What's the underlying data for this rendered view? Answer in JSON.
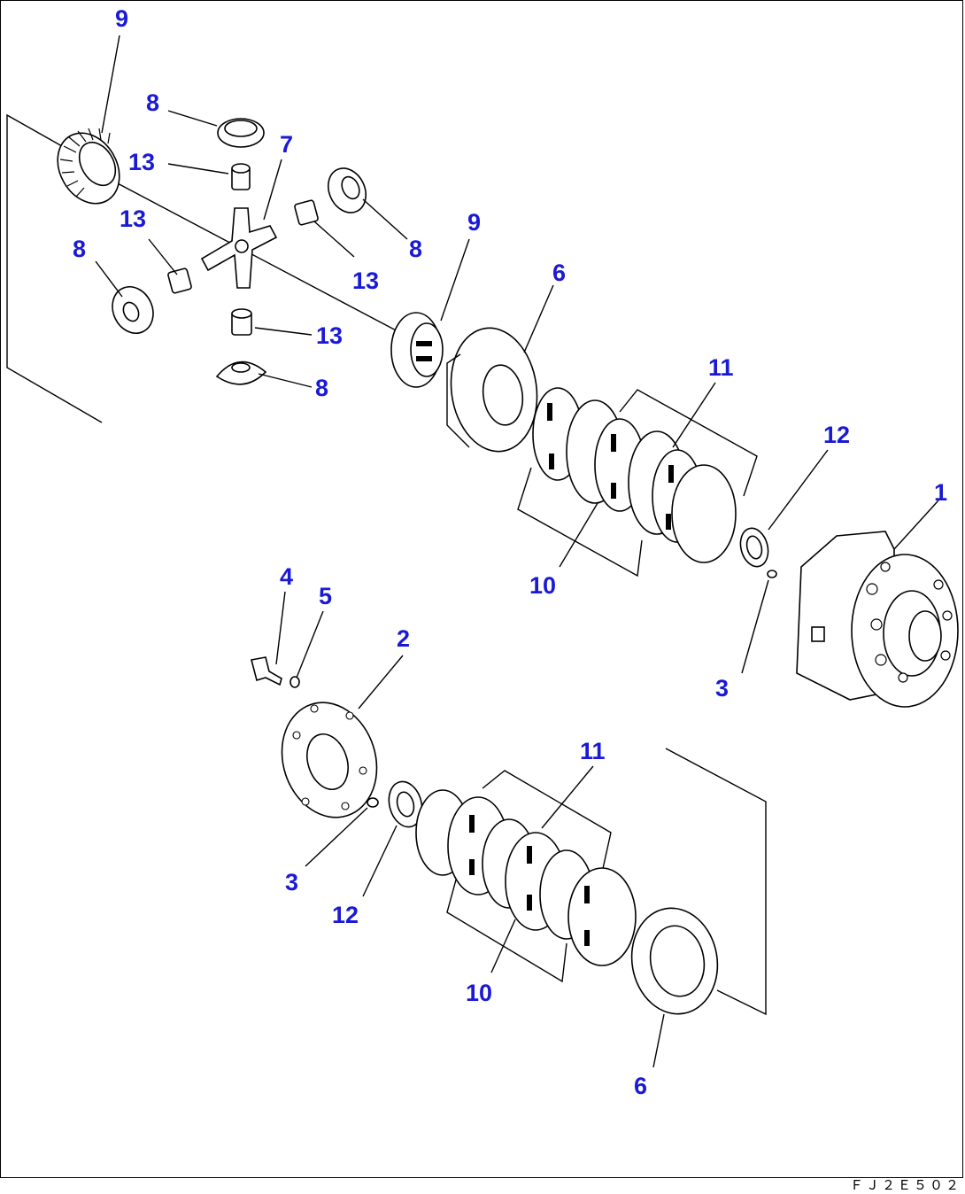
{
  "callouts": {
    "c9a": "9",
    "c8a": "8",
    "c13a": "13",
    "c7": "7",
    "c13b": "13",
    "c8b": "8",
    "c13c": "13",
    "c8c": "8",
    "c13d": "13",
    "c8d": "8",
    "c9b": "9",
    "c6a": "6",
    "c11a": "11",
    "c12a": "12",
    "c1": "1",
    "c10a": "10",
    "c3a": "3",
    "c4": "4",
    "c5": "5",
    "c2": "2",
    "c11b": "11",
    "c3b": "3",
    "c12b": "12",
    "c10b": "10",
    "c6b": "6"
  },
  "drawing_code": "ＦＪ２Ｅ５０２",
  "colors": {
    "callout": "#1a1ad6",
    "line": "#000000"
  }
}
